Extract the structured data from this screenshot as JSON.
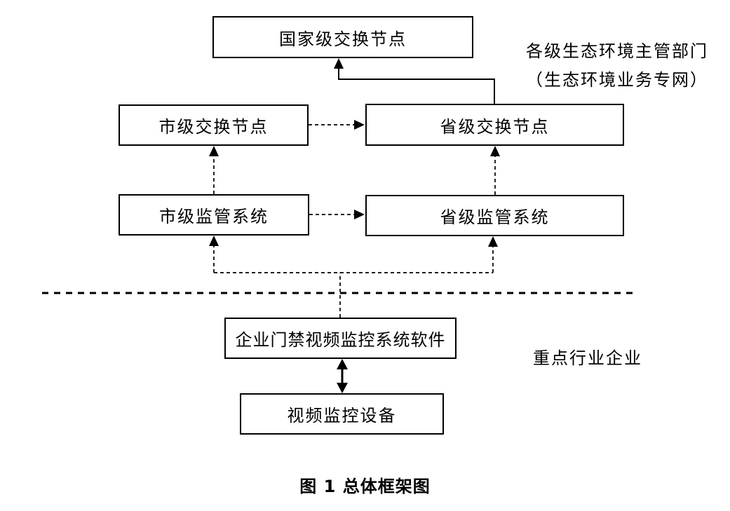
{
  "diagram": {
    "boxes": {
      "national_exchange": "国家级交换节点",
      "city_exchange": "市级交换节点",
      "provincial_exchange": "省级交换节点",
      "city_supervision": "市级监管系统",
      "provincial_supervision": "省级监管系统",
      "enterprise_software": "企业门禁视频监控系统软件",
      "video_device": "视频监控设备"
    },
    "zone_labels": {
      "government_line1": "各级生态环境主管部门",
      "government_line2": "（生态环境业务专网）",
      "enterprise": "重点行业企业"
    },
    "caption": "图 1 总体框架图",
    "colors": {
      "line": "#000000",
      "background": "#ffffff",
      "box_fill": "#ffffff"
    }
  }
}
